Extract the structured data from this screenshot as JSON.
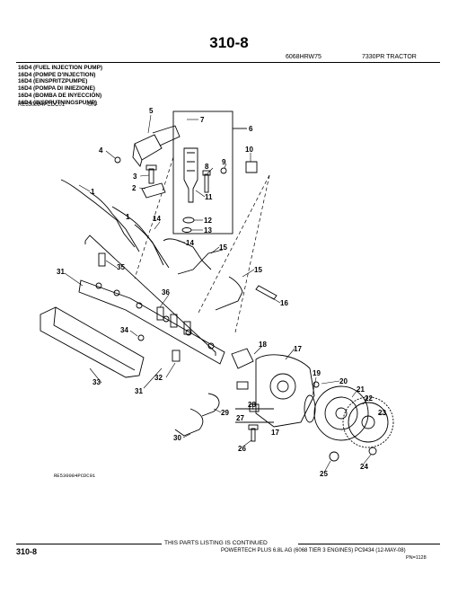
{
  "header": {
    "title": "310-8",
    "model": "6068HRW75",
    "tractor": "7330PR TRACTOR"
  },
  "groups": [
    "16D4 (FUEL INJECTION PUMP)",
    "16D4 (POMPE D'INJECTION)",
    "16D4 (EINSPRITZPUMPE)",
    "16D4 (POMPA DI INIEZIONE)",
    "16D4 (BOMBA DE INYECCIÓN)",
    "16D4 (INSPRUTNINGSPUMP)"
  ],
  "reference": {
    "code": "RE530084PCDC01",
    "suffix": "-UN-"
  },
  "diagram": {
    "callouts": [
      "1",
      "2",
      "3",
      "4",
      "5",
      "6",
      "7",
      "8",
      "9",
      "10",
      "11",
      "12",
      "13",
      "14",
      "15",
      "16",
      "17",
      "18",
      "19",
      "20",
      "21",
      "22",
      "23",
      "24",
      "25",
      "26",
      "27",
      "28",
      "29",
      "30",
      "31",
      "32",
      "33",
      "34",
      "35",
      "36"
    ],
    "illustration_id": "RE530084PCDC01"
  },
  "footer": {
    "continued": "THIS PARTS LISTING IS CONTINUED",
    "page": "310-8",
    "description": "POWERTECH PLUS 6.8L AG (6068 TIER 3 ENGINES)   PC9434   (12-MAY-08)",
    "pn": "PN=1128"
  }
}
